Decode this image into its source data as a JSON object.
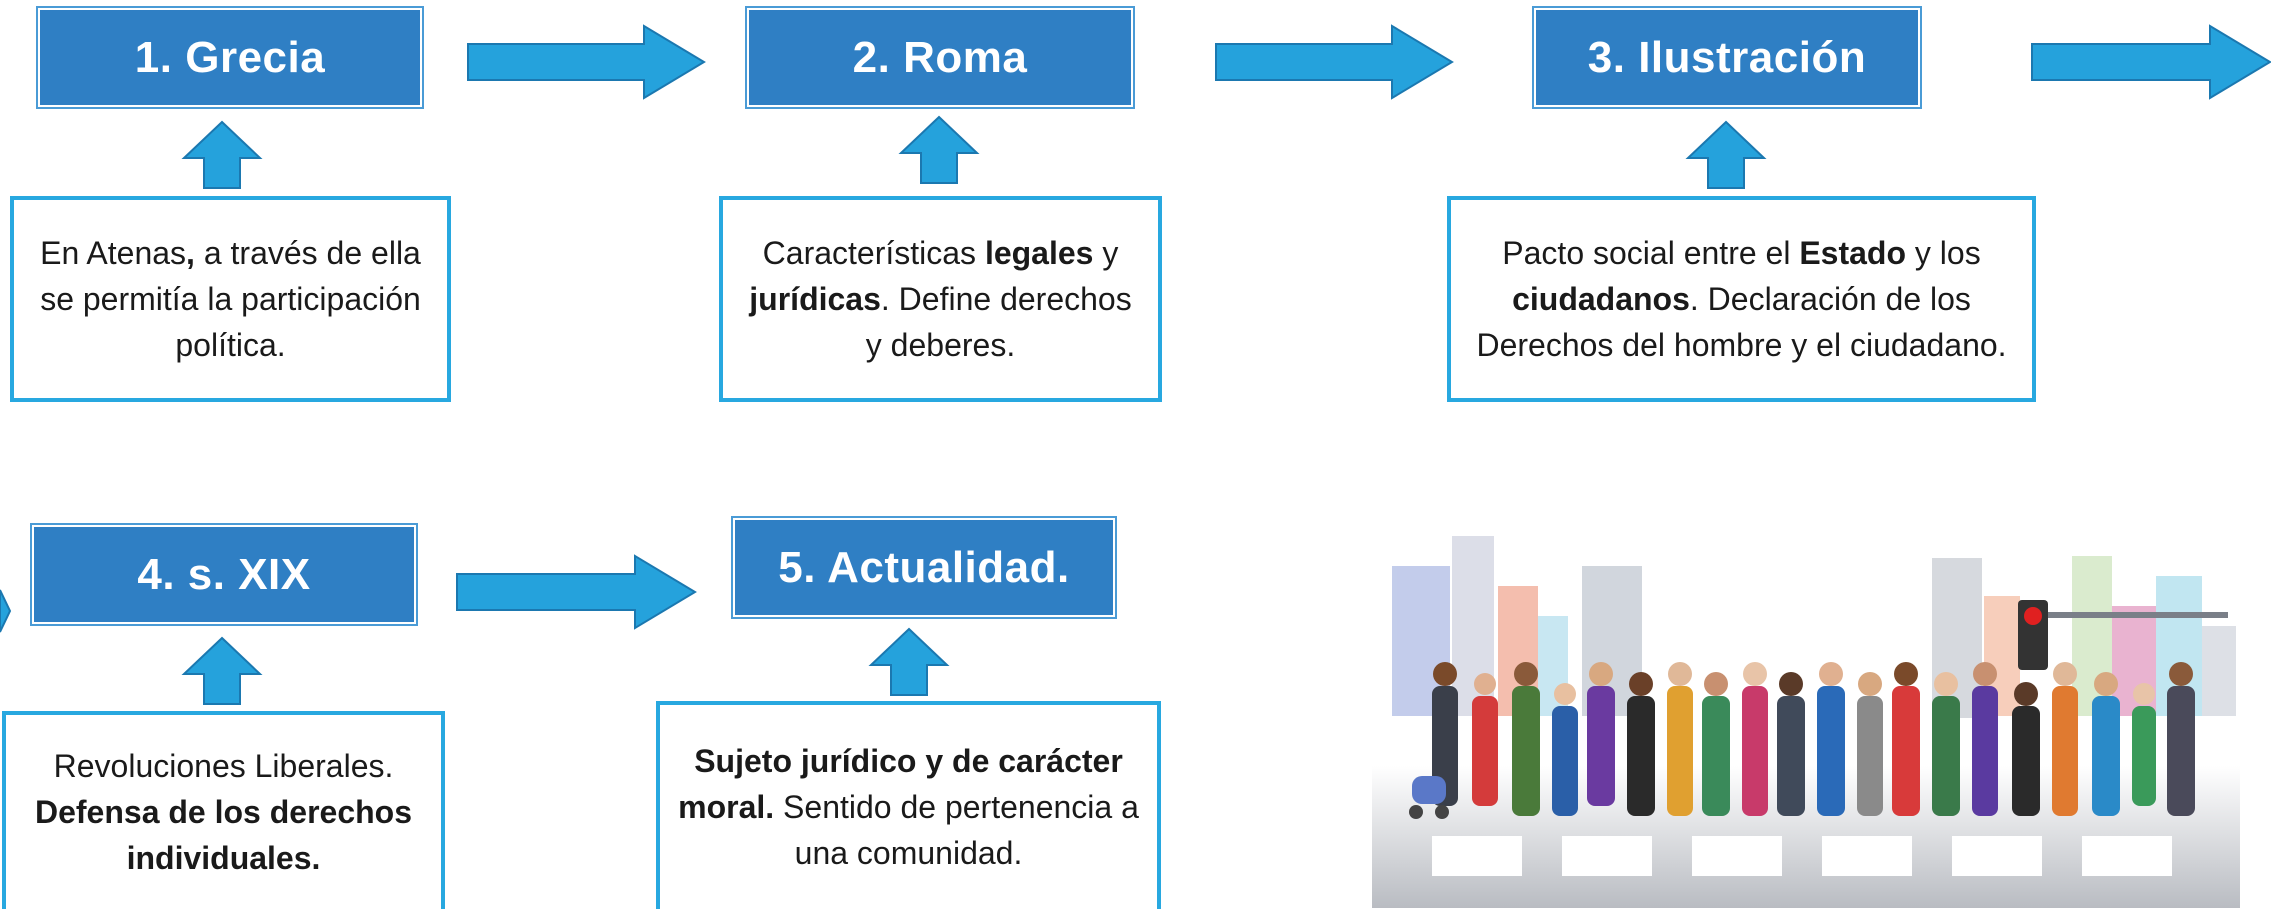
{
  "stages": [
    {
      "label": "1. Grecia",
      "desc": [
        {
          "t": "En Atenas"
        },
        {
          "t": ", ",
          "b": true
        },
        {
          "t": "a través de ella se permitía la participación política."
        }
      ]
    },
    {
      "label": "2. Roma",
      "desc": [
        {
          "t": "Características "
        },
        {
          "t": "legales",
          "b": true
        },
        {
          "t": " y "
        },
        {
          "t": "jurídicas",
          "b": true
        },
        {
          "t": ". Define derechos y deberes."
        }
      ]
    },
    {
      "label": "3. Ilustración",
      "desc": [
        {
          "t": "Pacto social entre el "
        },
        {
          "t": "Estado",
          "b": true
        },
        {
          "t": " y los "
        },
        {
          "t": "ciudadanos",
          "b": true
        },
        {
          "t": ". Declaración de los Derechos del hombre y el ciudadano."
        }
      ]
    },
    {
      "label": "4. s. XIX",
      "desc": [
        {
          "t": "Revoluciones Liberales. "
        },
        {
          "t": "Defensa de los derechos individuales.",
          "b": true
        }
      ]
    },
    {
      "label": "5. Actualidad.",
      "desc": [
        {
          "t": "Sujeto jurídico y de carácter moral.",
          "b": true
        },
        {
          "t": " Sentido de pertenencia a una comunidad."
        }
      ]
    }
  ],
  "colors": {
    "stage_fill": "#2f7fc4",
    "stage_text": "#ffffff",
    "desc_border": "#28a8e0",
    "arrow_fill": "#25a2dc"
  },
  "illustration": {
    "subject": "crowd-of-citizens-on-crosswalk"
  }
}
